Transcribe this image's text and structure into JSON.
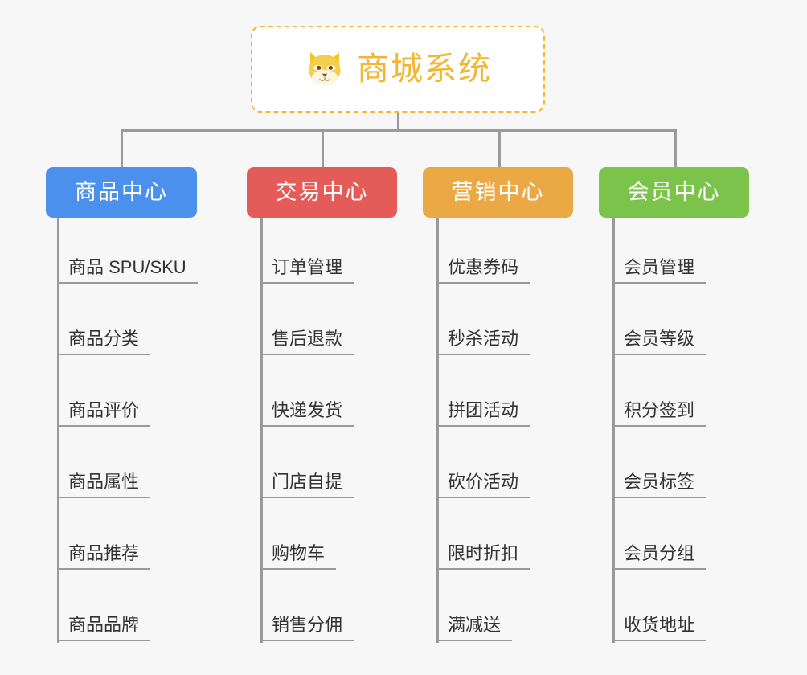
{
  "background_color": "#f7f7f7",
  "line_color": "#9a9a9a",
  "root": {
    "title": "商城系统",
    "icon": "shiba-dog-face-emoji",
    "text_color": "#f2b632",
    "border_color": "#f2b632",
    "background": "#ffffff"
  },
  "branches": [
    {
      "label": "商品中心",
      "color": "#4a90ec",
      "items": [
        "商品 SPU/SKU",
        "商品分类",
        "商品评价",
        "商品属性",
        "商品推荐",
        "商品品牌"
      ]
    },
    {
      "label": "交易中心",
      "color": "#e45b58",
      "items": [
        "订单管理",
        "售后退款",
        "快递发货",
        "门店自提",
        "购物车",
        "销售分佣"
      ]
    },
    {
      "label": "营销中心",
      "color": "#eaa944",
      "items": [
        "优惠券码",
        "秒杀活动",
        "拼团活动",
        "砍价活动",
        "限时折扣",
        "满减送"
      ]
    },
    {
      "label": "会员中心",
      "color": "#7cc34b",
      "items": [
        "会员管理",
        "会员等级",
        "积分签到",
        "会员标签",
        "会员分组",
        "收货地址"
      ]
    }
  ]
}
